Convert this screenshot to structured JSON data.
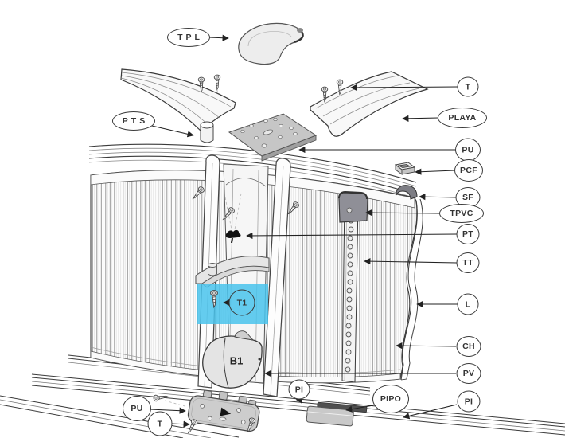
{
  "diagram": {
    "kind": "exploded parts diagram",
    "highlighted_part": "T1"
  },
  "colors": {
    "highlight_blue": "#49c3ec",
    "line_art": "#3a3a3a",
    "metal_gray": "#c9c9c9",
    "dark_cap_gray": "#8f8f97"
  },
  "callouts": {
    "tpl": "TPL",
    "pts": "PTS",
    "t_top": "T",
    "playa": "PLAYA",
    "pu_right": "PU",
    "pcf": "PCF",
    "sf": "SF",
    "tpvc": "TPVC",
    "pt": "PT",
    "tt": "TT",
    "l": "L",
    "ch": "CH",
    "pv": "PV",
    "pi_right": "PI",
    "pi_bottom": "PI",
    "pipo": "PIPO",
    "pu_bottom": "PU",
    "t_bottom": "T",
    "t1": "T1",
    "b1": "B1"
  }
}
